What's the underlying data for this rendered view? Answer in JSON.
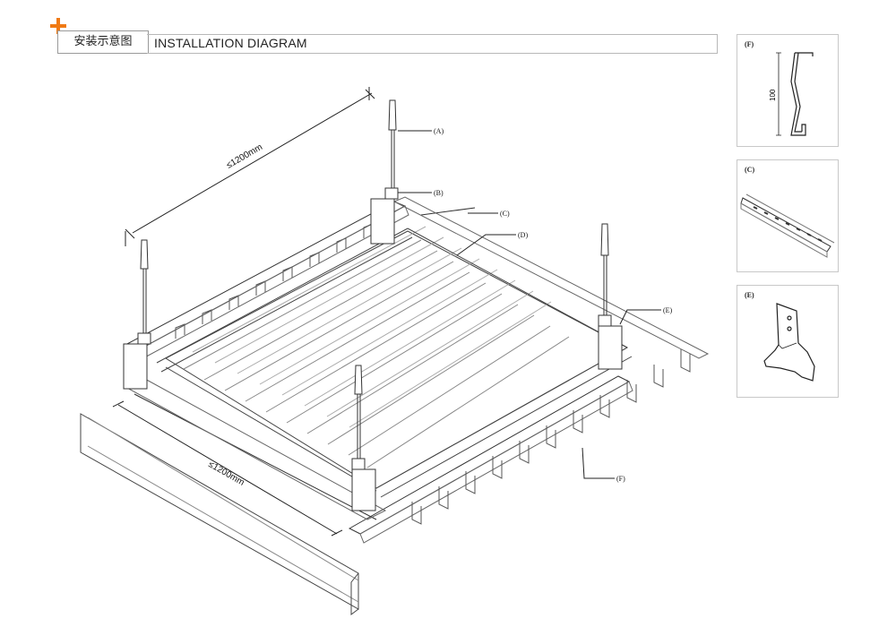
{
  "header": {
    "title_cn": "安装示意图",
    "title_en": "INSTALLATION DIAGRAM"
  },
  "dimensions": {
    "top": "≤1200mm",
    "bottom": "≤1200mm"
  },
  "callouts": {
    "a": "(A)",
    "b": "(B)",
    "c": "(C)",
    "d": "(D)",
    "e": "(E)",
    "f": "(F)"
  },
  "details": {
    "f": {
      "label": "(F)",
      "height_value": "100"
    },
    "c": {
      "label": "(C)"
    },
    "e": {
      "label": "(E)"
    }
  },
  "colors": {
    "accent": "#f07a14",
    "line": "#333333"
  }
}
